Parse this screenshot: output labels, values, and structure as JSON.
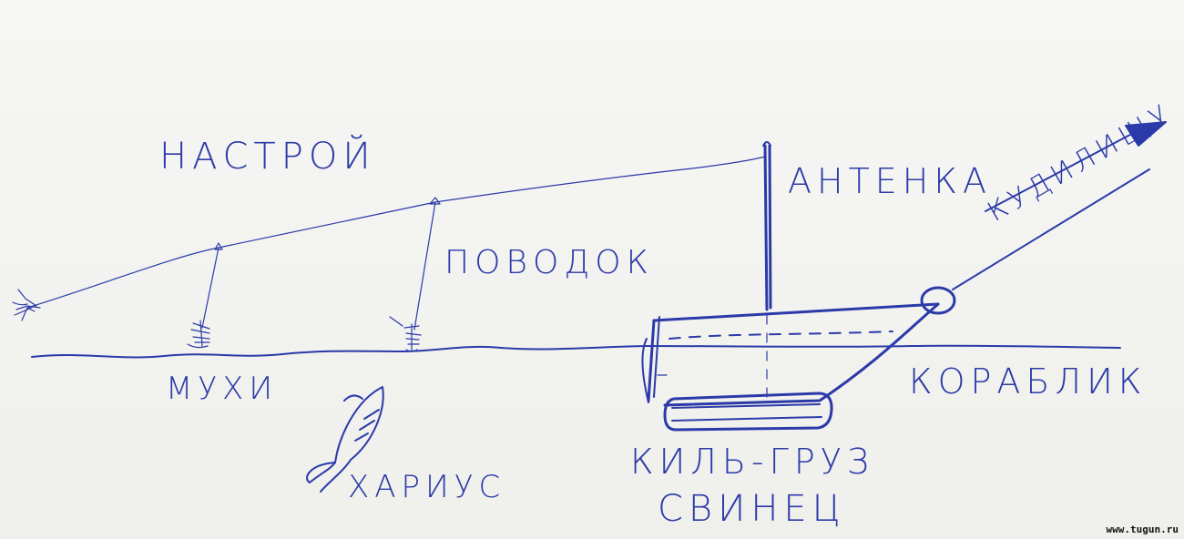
{
  "labels": {
    "nastroy": "НАСТРОЙ",
    "antenka": "АНТЕНКА",
    "kudilishu": "КУДИЛИЩУ",
    "povodok": "ПОВОДОК",
    "mukhi": "МУХИ",
    "kharius": "ХАРИУС",
    "korablik": "КОРАБЛИК",
    "kil_gruz": "КИЛЬ-ГРУЗ",
    "svinets": "СВИНЕЦ"
  },
  "watermark": "www.tugun.ru",
  "colors": {
    "ink": "#2b3aa8",
    "paper": "#f3f3f1"
  }
}
